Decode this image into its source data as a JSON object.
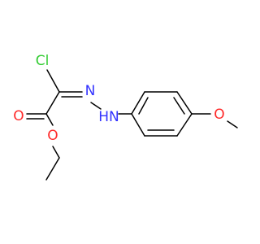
{
  "molecule": {
    "atoms": [
      {
        "id": "Cl",
        "label": "Cl",
        "color": "#33cc33"
      },
      {
        "id": "N",
        "label": "N",
        "color": "#3333ff"
      },
      {
        "id": "NH",
        "label": "HN",
        "color": "#3333ff"
      },
      {
        "id": "O_carbonyl",
        "label": "O",
        "color": "#ff2a2a"
      },
      {
        "id": "O_ester",
        "label": "O",
        "color": "#ff2a2a"
      },
      {
        "id": "O_methoxy",
        "label": "O",
        "color": "#ff2a2a"
      }
    ],
    "bond_color": "#000000"
  }
}
